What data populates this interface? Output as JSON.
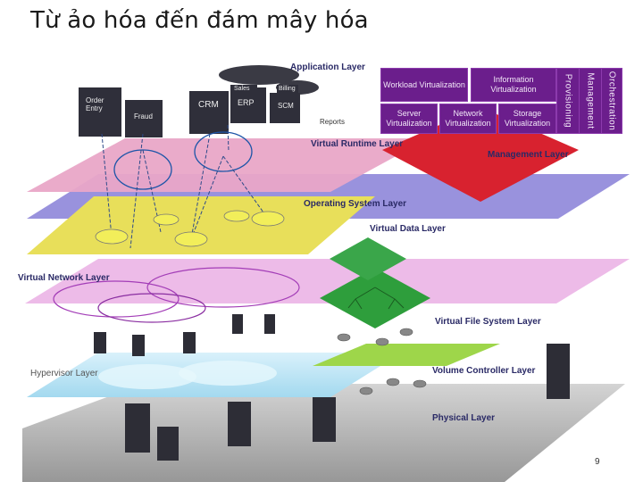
{
  "title": "Từ ảo hóa đến đám mây hóa",
  "slide_number": "9",
  "layers": {
    "application": "Application Layer",
    "virtual_runtime": "Virtual Runtime Layer",
    "management": "Management Layer",
    "operating_system": "Operating System Layer",
    "virtual_data": "Virtual Data Layer",
    "virtual_network": "Virtual Network Layer",
    "virtual_file_system": "Virtual File System Layer",
    "hypervisor": "Hypervisor Layer",
    "volume_controller": "Volume Controller Layer",
    "physical": "Physical Layer"
  },
  "app_boxes": [
    "Order Entry",
    "Fraud",
    "CRM",
    "ERP",
    "SCM",
    "Sales",
    "Billing",
    "Reports"
  ],
  "virtualization_tiles": {
    "workload": "Workload Virtualization",
    "information": "Information Virtualization",
    "server": "Server Virtualization",
    "network": "Network Virtualization",
    "storage": "Storage Virtualization"
  },
  "side_bars": {
    "provisioning": "Provisioning",
    "management": "Management",
    "orchestration": "Orchestration"
  },
  "colors": {
    "purple_tile": "#6b1e8c",
    "runtime_layer": "#e9a6c7",
    "management_diamond": "#d8222f",
    "os_layer": "#8e86d9",
    "data_layer": "#e8df5a",
    "network_layer": "#ebb4e6",
    "file_system_layer": "#2e9e3c",
    "volume_layer": "#9ed64a",
    "hypervisor_layer": "#b8e4f4",
    "physical_layer": "#a9a9a9"
  }
}
